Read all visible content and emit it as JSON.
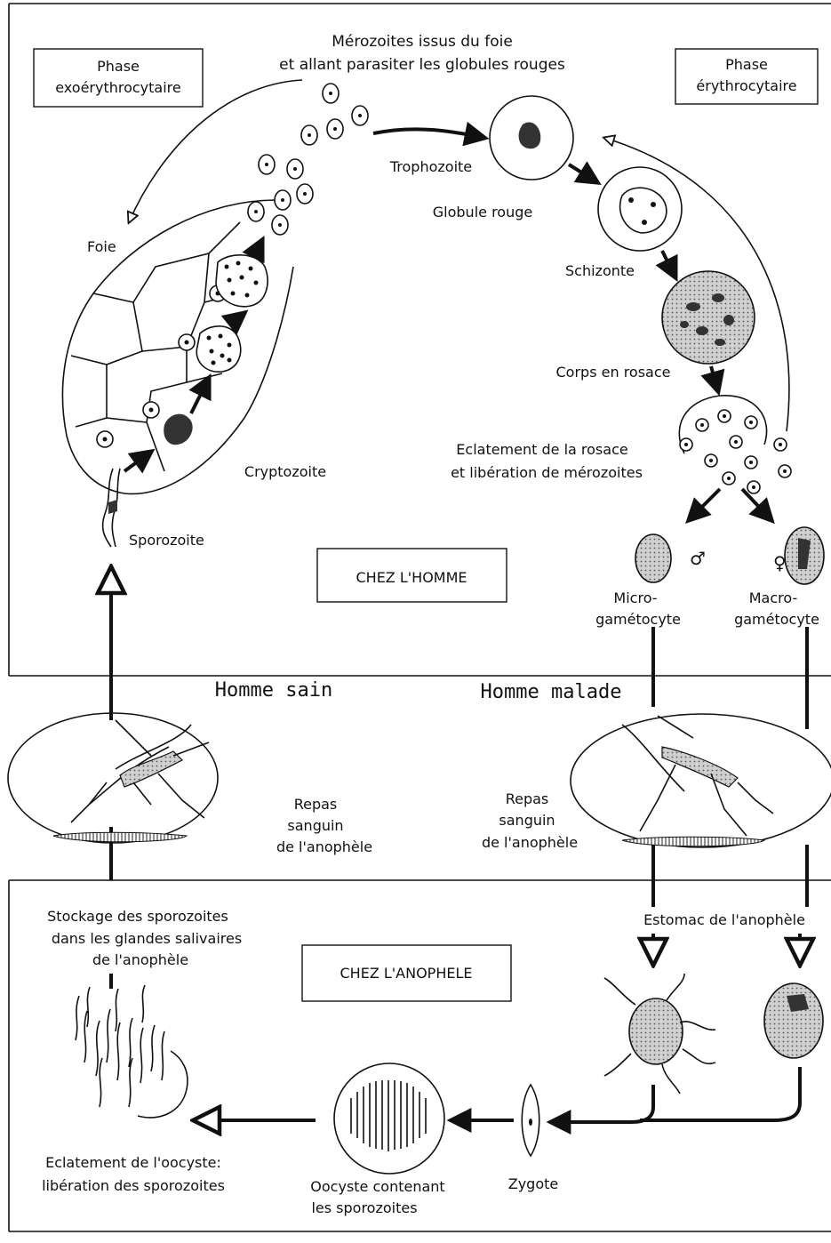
{
  "title": {
    "line1": "Mérozoites issus du foie",
    "line2": "et allant parasiter les globules rouges"
  },
  "phase_exo": {
    "line1": "Phase",
    "line2": "exoérythrocytaire"
  },
  "phase_ery": {
    "line1": "Phase",
    "line2": "érythrocytaire"
  },
  "labels": {
    "foie": "Foie",
    "trophozoite": "Trophozoite",
    "globule_rouge": "Globule rouge",
    "schizonte": "Schizonte",
    "corps_rosace": "Corps en rosace",
    "eclatement_rosace_1": "Eclatement de la rosace",
    "eclatement_rosace_2": "et libération de mérozoites",
    "cryptozoite": "Cryptozoite",
    "sporozoite": "Sporozoite",
    "chez_homme": "CHEZ L'HOMME",
    "micro_1": "Micro-",
    "micro_2": "gamétocyte",
    "macro_1": "Macro-",
    "macro_2": "gamétocyte",
    "male_symbol": "♂",
    "female_symbol": "♀",
    "homme_sain": "Homme sain",
    "homme_malade": "Homme malade",
    "repas_left_1": "Repas",
    "repas_left_2": "sanguin",
    "repas_left_3": "de l'anophèle",
    "repas_right_1": "Repas",
    "repas_right_2": "sanguin",
    "repas_right_3": "de l'anophèle",
    "stockage_1": "Stockage des sporozoites",
    "stockage_2": "dans les glandes salivaires",
    "stockage_3": "de l'anophèle",
    "estomac": "Estomac de l'anophèle",
    "chez_anophele": "CHEZ L'ANOPHELE",
    "eclatement_oocyste_1": "Eclatement de l'oocyste:",
    "eclatement_oocyste_2": "libération des sporozoites",
    "oocyste_1": "Oocyste contenant",
    "oocyste_2": "les sporozoites",
    "zygote": "Zygote"
  }
}
